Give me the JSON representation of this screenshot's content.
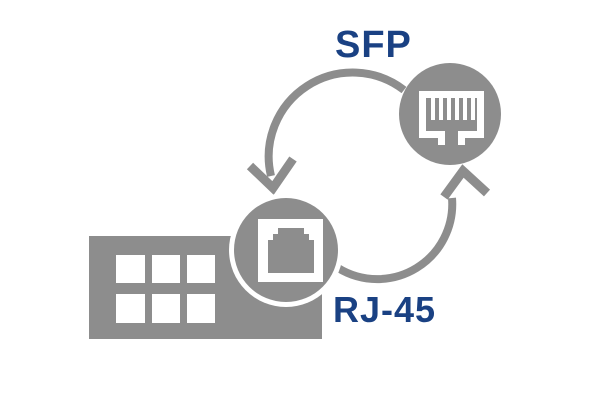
{
  "page": {
    "background": "#ffffff"
  },
  "labels": {
    "sfp": "SFP",
    "rj45": "RJ-45"
  },
  "colors": {
    "gray": "#8d8d8d",
    "navy": "#1a4183",
    "white": "#ffffff"
  },
  "icons": {
    "top_node": "ethernet-port-icon",
    "bottom_node": "rj45-plug-icon",
    "device": "network-switch-icon",
    "arrows": [
      "swap-arrow-down-icon",
      "swap-arrow-up-icon"
    ]
  },
  "diagram": {
    "type": "port-swap-cycle",
    "nodes": [
      {
        "id": "sfp",
        "label": "SFP",
        "shape": "circle"
      },
      {
        "id": "rj45",
        "label": "RJ-45",
        "shape": "circle"
      }
    ],
    "device": {
      "id": "switch",
      "ports_shown": 6
    }
  }
}
